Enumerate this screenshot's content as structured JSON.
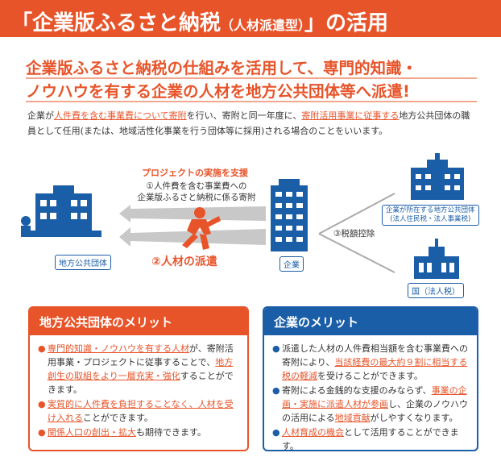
{
  "title": {
    "main": "「企業版ふるさと納税",
    "paren": "（人材派遣型）",
    "rest": "」の活用"
  },
  "headline": {
    "line1": "企業版ふるさと納税の仕組みを活用して、専門的知識・",
    "line2": "ノウハウを有する企業の人材を地方公共団体等へ派遣!"
  },
  "intro": {
    "p1": "企業が",
    "h1": "人件費を含む事業費について寄附",
    "p2": "を行い、寄附と同一年度に、",
    "h2": "寄附活用事業に従事する",
    "p3": "地方公共団体の職員として任用(または、地域活性化事業を行う団体等に採用)される場合のことをいいます。"
  },
  "diagram": {
    "support_label": "プロジェクトの実施を支援",
    "step1_line1": "①人件費を含む事業費への",
    "step1_line2": "企業版ふるさと納税に係る寄附",
    "step2": "②人材の派遣",
    "step3": "③税額控除",
    "local_gov_label": "地方公共団体",
    "company_label": "企業",
    "hq_gov_line1": "企業が所在する地方公共団体",
    "hq_gov_line2": "(法人住民税・法人事業税)",
    "nation_label": "国（法人税）"
  },
  "left_panel": {
    "heading": "地方公共団体のメリット",
    "items": [
      {
        "em": "専門的知識・ノウハウを有する人材",
        "text": "が、寄附活用事業・プロジェクトに従事することで、",
        "em2": "地方創生の取組をより一層充実・強化",
        "text2": "することができます。"
      },
      {
        "em": "実質的に人件費を負担することなく、人材を受け入れる",
        "text": "ことができます。",
        "em2": "",
        "text2": ""
      },
      {
        "em": "関係人口の創出・拡大",
        "text": "も期待できます。",
        "em2": "",
        "text2": ""
      }
    ]
  },
  "right_panel": {
    "heading": "企業のメリット",
    "items": [
      {
        "text": "派遣した人材の人件費相当額を含む事業費への寄附により、",
        "em": "当該経費の最大約９割に相当する税の軽減",
        "text2": "を受けることができます。",
        "em2": "",
        "text3": ""
      },
      {
        "text": "寄附による金銭的な支援のみならず、",
        "em": "事業の企画・実施に派遣人材が参画",
        "text2": "し、企業のノウハウの活用による",
        "em2": "地域貢献",
        "text3": "がしやすくなります。"
      },
      {
        "text": "",
        "em": "人材育成の機会",
        "text2": "として活用することができます。",
        "em2": "",
        "text3": ""
      }
    ]
  },
  "colors": {
    "accent": "#e8542a",
    "blue": "#1b5ea8"
  }
}
